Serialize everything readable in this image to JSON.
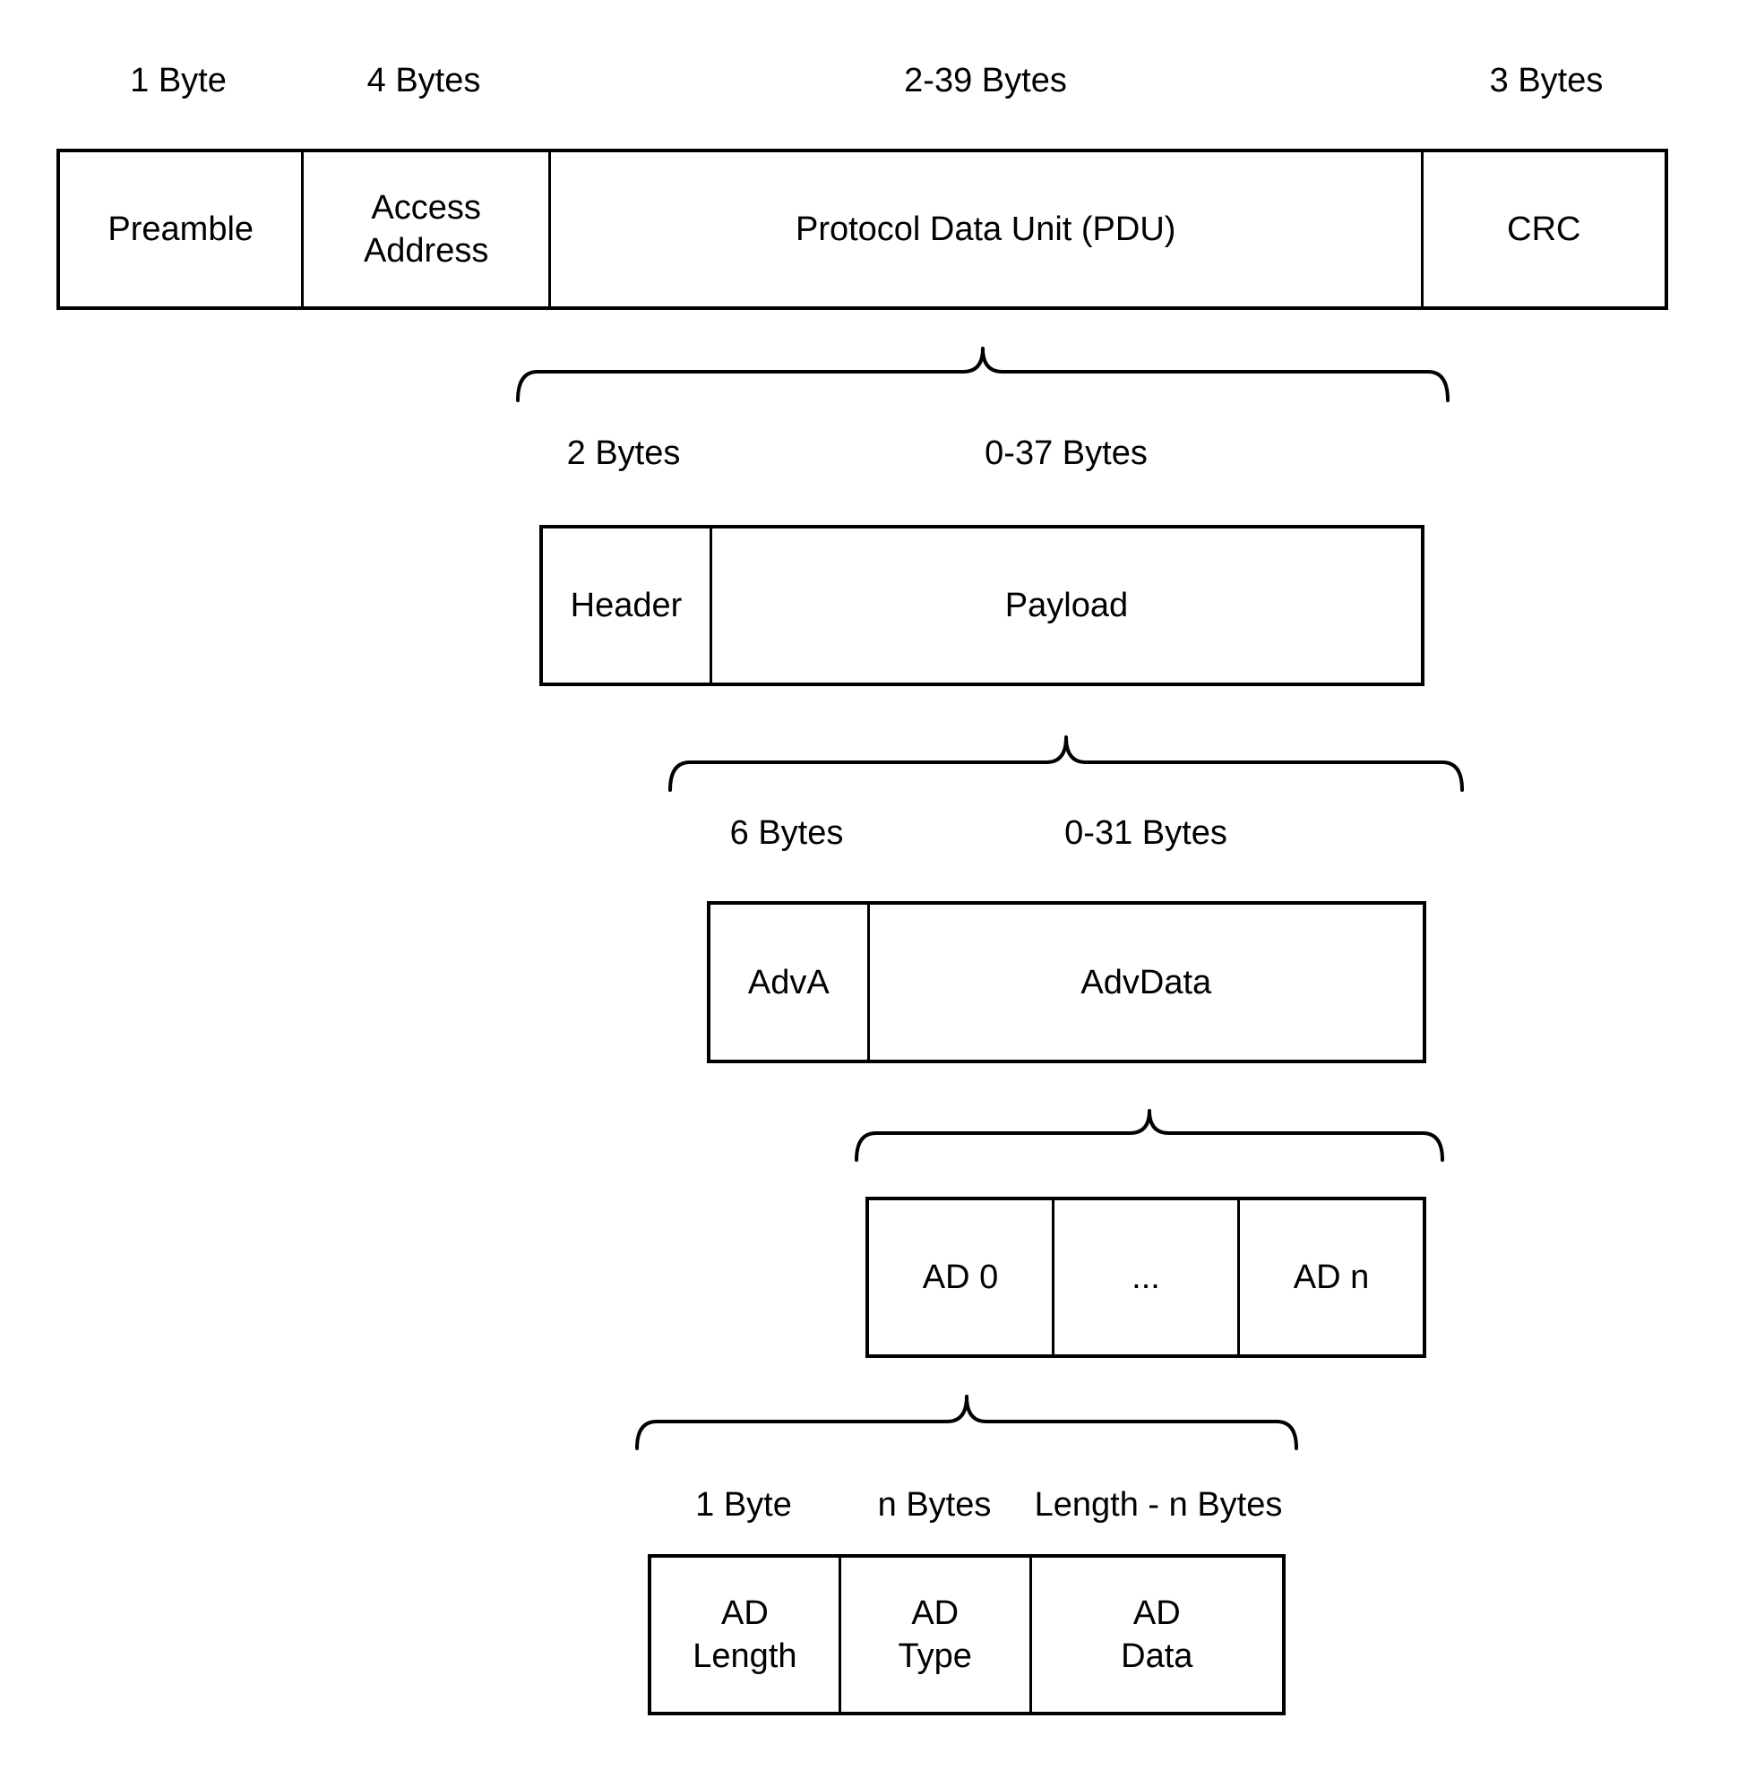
{
  "colors": {
    "line": "#000000",
    "background": "#ffffff",
    "text": "#000000"
  },
  "packet": {
    "sizes": [
      "1 Byte",
      "4 Bytes",
      "2-39 Bytes",
      "3 Bytes"
    ],
    "fields": [
      "Preamble",
      "Access\nAddress",
      "Protocol Data Unit (PDU)",
      "CRC"
    ]
  },
  "pdu": {
    "sizes": [
      "2 Bytes",
      "0-37 Bytes"
    ],
    "fields": [
      "Header",
      "Payload"
    ]
  },
  "payload": {
    "sizes": [
      "6 Bytes",
      "0-31 Bytes"
    ],
    "fields": [
      "AdvA",
      "AdvData"
    ]
  },
  "advdata": {
    "fields": [
      "AD 0",
      "...",
      "AD n"
    ]
  },
  "ad_structure": {
    "sizes": [
      "1 Byte",
      "n Bytes",
      "Length - n Bytes"
    ],
    "fields": [
      "AD\nLength",
      "AD\nType",
      "AD\nData"
    ]
  }
}
